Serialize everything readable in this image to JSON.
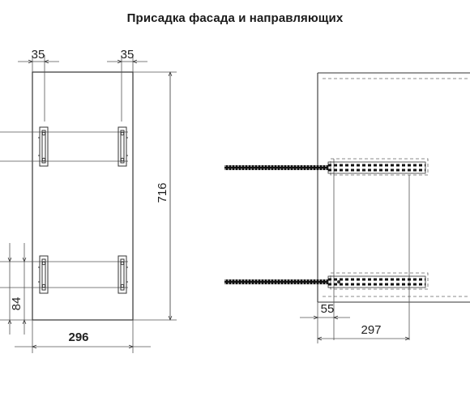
{
  "title": "Присадка фасада и направляющих",
  "left_view": {
    "dim_top_left": "35",
    "dim_top_right": "35",
    "dim_height": "716",
    "dim_bottom_offset": "84",
    "dim_width": "296"
  },
  "right_view": {
    "dim_offset": "55",
    "dim_depth": "297"
  },
  "colors": {
    "line": "#333333",
    "thin": "#555555",
    "rail": "#111111"
  }
}
